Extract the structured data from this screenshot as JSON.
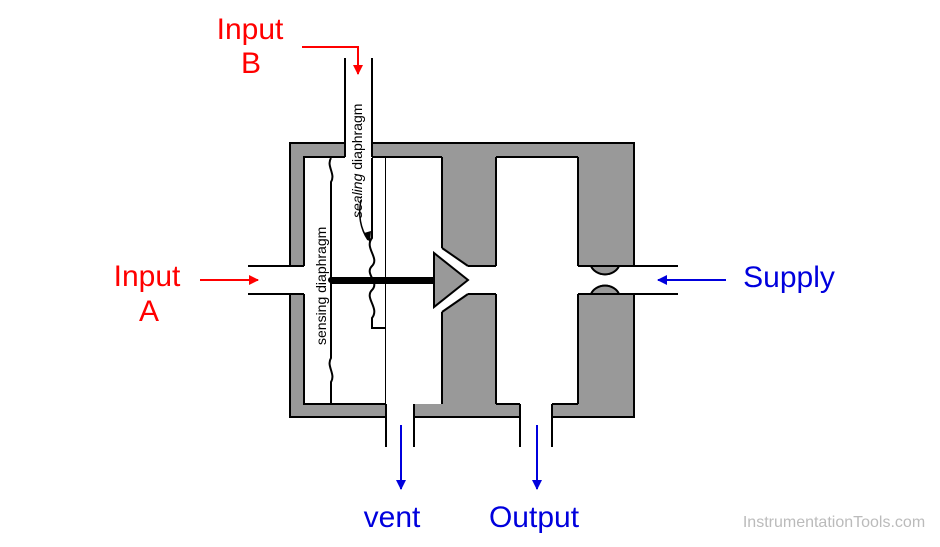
{
  "labels": {
    "input_b_line1": "Input",
    "input_b_line2": "B",
    "input_a_line1": "Input",
    "input_a_line2": "A",
    "supply": "Supply",
    "vent": "vent",
    "output": "Output",
    "sensing_diaphragm": "sensing diaphragm",
    "sealing_word": "sealing",
    "sealing_rest": " diaphragm",
    "watermark": "InstrumentationTools.com"
  },
  "colors": {
    "input": "#ff0000",
    "supply": "#0000dd",
    "body_fill": "#999999",
    "outline": "#000000",
    "watermark": "#bbbbbb"
  }
}
